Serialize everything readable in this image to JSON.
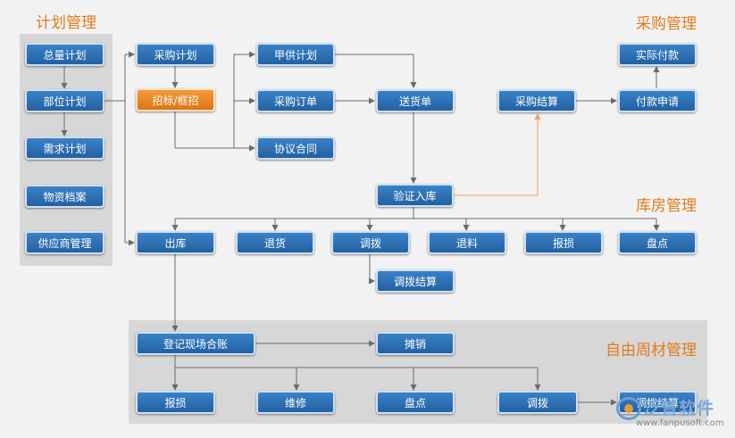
{
  "sections": {
    "plan": "计划管理",
    "purchase": "采购管理",
    "warehouse": "库房管理",
    "materials": "自由周材管理"
  },
  "nodes": {
    "total_plan": "总量计划",
    "dept_plan": "部位计划",
    "demand_plan": "需求计划",
    "material_file": "物资档案",
    "supplier_mgmt": "供应商管理",
    "purchase_plan": "采购计划",
    "bidding": "招标/框招",
    "owner_supply_plan": "甲供计划",
    "purchase_order": "采购订单",
    "agreement_contract": "协议合同",
    "delivery_note": "送货单",
    "purchase_settlement": "采购结算",
    "payment_request": "付款申请",
    "actual_payment": "实际付款",
    "inspect_stock_in": "验证入库",
    "stock_out": "出库",
    "return_goods": "退货",
    "transfer": "调拨",
    "return_material": "退料",
    "report_loss": "报损",
    "stocktake": "盘点",
    "transfer_settlement": "调拨结算",
    "register_ledger": "登记现场合账",
    "amortize": "摊销",
    "site_report_loss": "报损",
    "repair": "维修",
    "site_stocktake": "盘点",
    "site_transfer": "调拨",
    "site_transfer_settlement": "调拨结算"
  },
  "logo": {
    "name": "泛普软件",
    "url": "www.fanpusoft.com"
  },
  "colors": {
    "node_blue": "#2a6db3",
    "node_orange": "#ef8a26",
    "section_title": "#e07b1a",
    "panel_gray": "#d7d7d7",
    "line": "#6b6b6b",
    "orange_line": "#f0a060"
  }
}
